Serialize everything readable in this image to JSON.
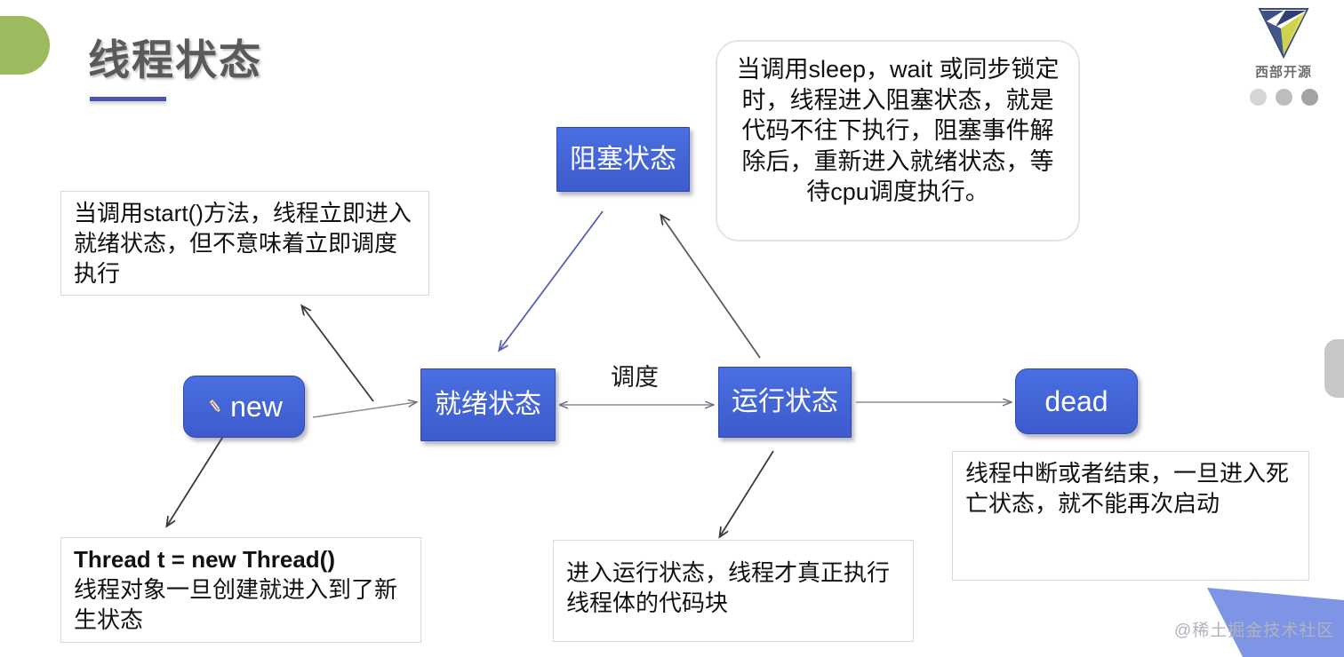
{
  "header": {
    "title": "线程状态",
    "logo_text": "西部开源"
  },
  "nodes": {
    "blocked": "阻塞状态",
    "ready": "就绪状态",
    "running": "运行状态",
    "new": "new",
    "dead": "dead"
  },
  "edges": {
    "schedule": "调度"
  },
  "callouts": {
    "start": "当调用start()方法，线程立即进入就绪状态，但不意味着立即调度执行",
    "blocked": "当调用sleep，wait 或同步锁定时，线程进入阻塞状态，就是代码不往下执行，阻塞事件解除后，重新进入就绪状态，等待cpu调度执行。",
    "thread_title": "Thread t = new Thread()",
    "thread_body": "线程对象一旦创建就进入到了新生状态",
    "running": "进入运行状态，线程才真正执行线程体的代码块",
    "dead": "线程中断或者结束，一旦进入死亡状态，就不能再次启动"
  },
  "watermark": "@稀土掘金技术社区",
  "colors": {
    "node_fill": "#3d5bcd",
    "node_fill_light": "#4a6fe0",
    "accent_green": "#9cba5e",
    "title_rule": "#4a55b0",
    "title_text": "#5a5a5a",
    "arrow_gray": "#6b6b78",
    "arrow_blue": "#4a55b0",
    "watermark": "#b3b3bd"
  }
}
